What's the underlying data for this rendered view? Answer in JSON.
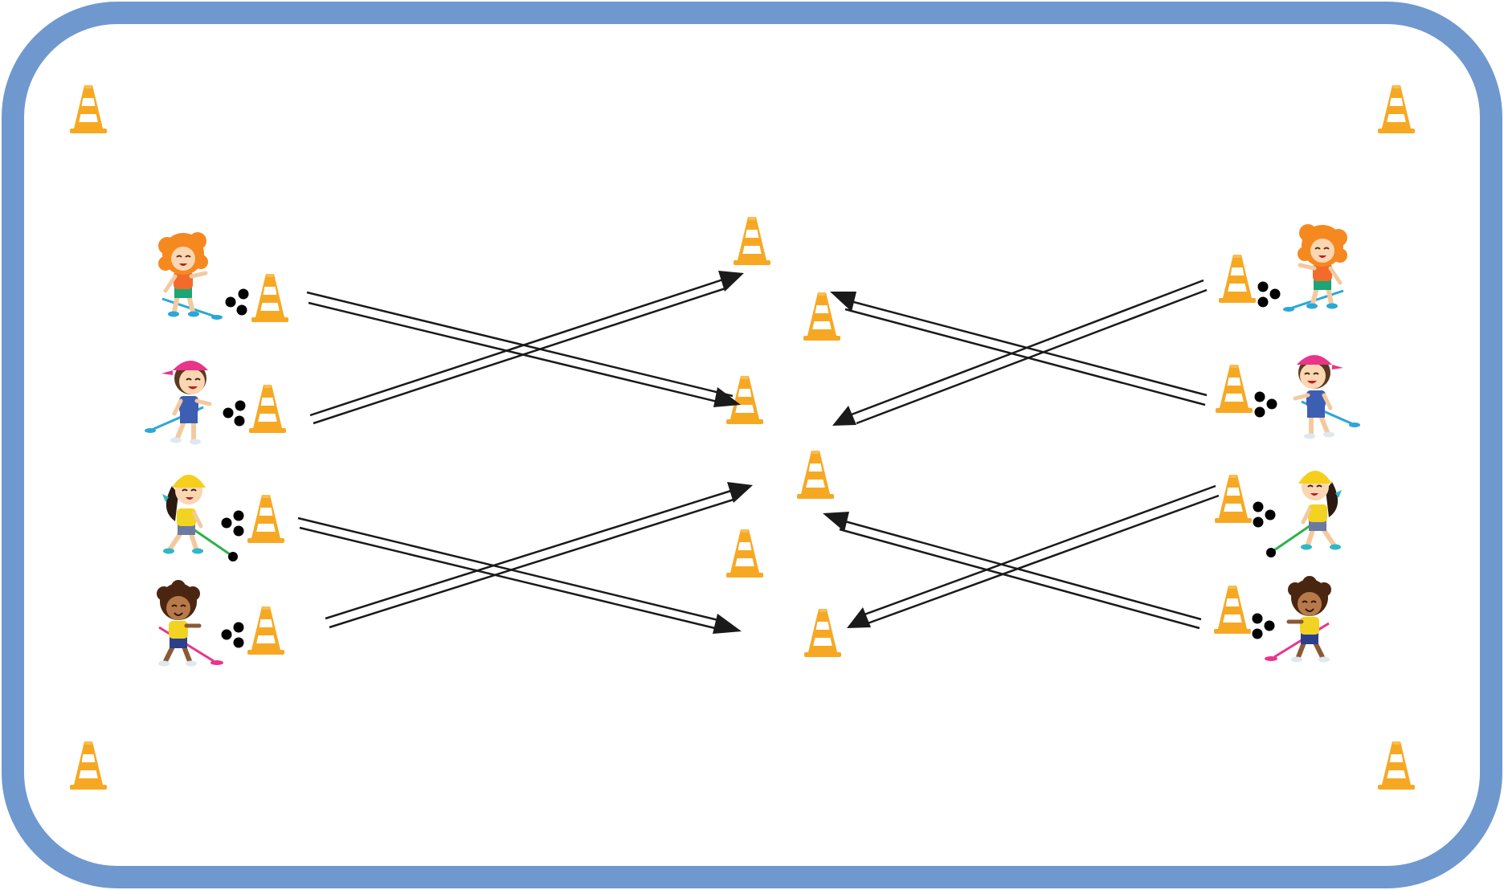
{
  "diagram": {
    "colors": {
      "boundary": "#6f98cf",
      "field": "#ffffff",
      "cone_orange": "#f7a823",
      "cone_stripe": "#ffffff",
      "arrow": "#1a1a1a",
      "ball": "#000000"
    },
    "icons": {
      "cone": "traffic-cone-icon",
      "ball": "ball-icon",
      "player": "child-with-floorball-stick",
      "arrow": "double-line-arrow"
    },
    "players": {
      "left": [
        {
          "id": "orange-hair-kid",
          "hair": "#f5891f",
          "shirt": "#f26b2a",
          "shorts": "#1aa676",
          "stick": "#2aa8d8",
          "hat": null
        },
        {
          "id": "pink-cap-kid",
          "hair": "#5a3a1e",
          "shirt": "#3d5fb3",
          "shorts": "#3d5fb3",
          "stick": "#2aa8d8",
          "hat": "#e8358a"
        },
        {
          "id": "yellow-helmet-kid",
          "hair": "#2a1a12",
          "shirt": "#f2d321",
          "shorts": "#6b7aa0",
          "stick": "#2bb34a",
          "hat": "#f5cf1c"
        },
        {
          "id": "curly-dark-hair-kid",
          "hair": "#4a2610",
          "shirt": "#f2d321",
          "shorts": "#2b3f8c",
          "stick": "#e8358a",
          "hat": null
        }
      ],
      "right": [
        {
          "id": "orange-hair-kid",
          "hair": "#f5891f",
          "shirt": "#f26b2a",
          "shorts": "#1aa676",
          "stick": "#2aa8d8",
          "hat": null
        },
        {
          "id": "pink-cap-kid",
          "hair": "#5a3a1e",
          "shirt": "#3d5fb3",
          "shorts": "#3d5fb3",
          "stick": "#2aa8d8",
          "hat": "#e8358a"
        },
        {
          "id": "yellow-helmet-kid",
          "hair": "#2a1a12",
          "shirt": "#f2d321",
          "shorts": "#6b7aa0",
          "stick": "#2bb34a",
          "hat": "#f5cf1c"
        },
        {
          "id": "curly-dark-hair-kid",
          "hair": "#4a2610",
          "shirt": "#f2d321",
          "shorts": "#2b3f8c",
          "stick": "#e8358a",
          "hat": null
        }
      ]
    }
  }
}
